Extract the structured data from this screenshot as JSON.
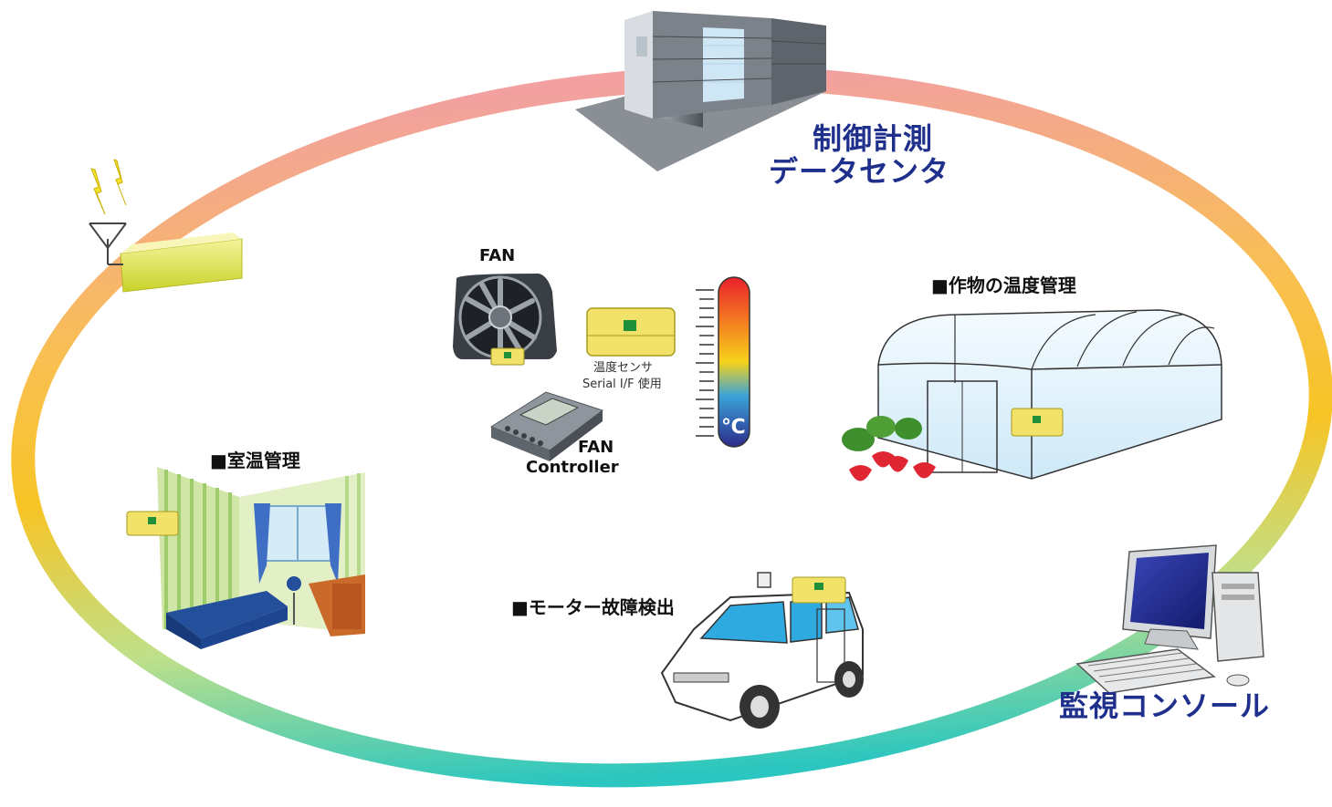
{
  "datacenter": {
    "line1": "制御計測",
    "line2": "データセンタ"
  },
  "crop": {
    "title": "■作物の温度管理"
  },
  "room": {
    "title": "■室温管理"
  },
  "motor": {
    "title": "■モーター故障検出"
  },
  "console": {
    "title": "監視コンソール"
  },
  "fan": {
    "label": "FAN"
  },
  "fan_controller": {
    "line1": "FAN",
    "line2": "Controller"
  },
  "sensor": {
    "line1": "温度センサ",
    "line2": "Serial I/F 使用"
  },
  "thermometer": {
    "unit": "℃"
  },
  "colors": {
    "ring_top": "#f2a0a0",
    "ring_left": "#f9bc21",
    "ring_bottom": "#2bc6c0",
    "ring_right": "#f7b430",
    "sensor": "#f3e26a",
    "sensor_led": "#1f8f3a",
    "title_blue": "#1e2f8c"
  }
}
